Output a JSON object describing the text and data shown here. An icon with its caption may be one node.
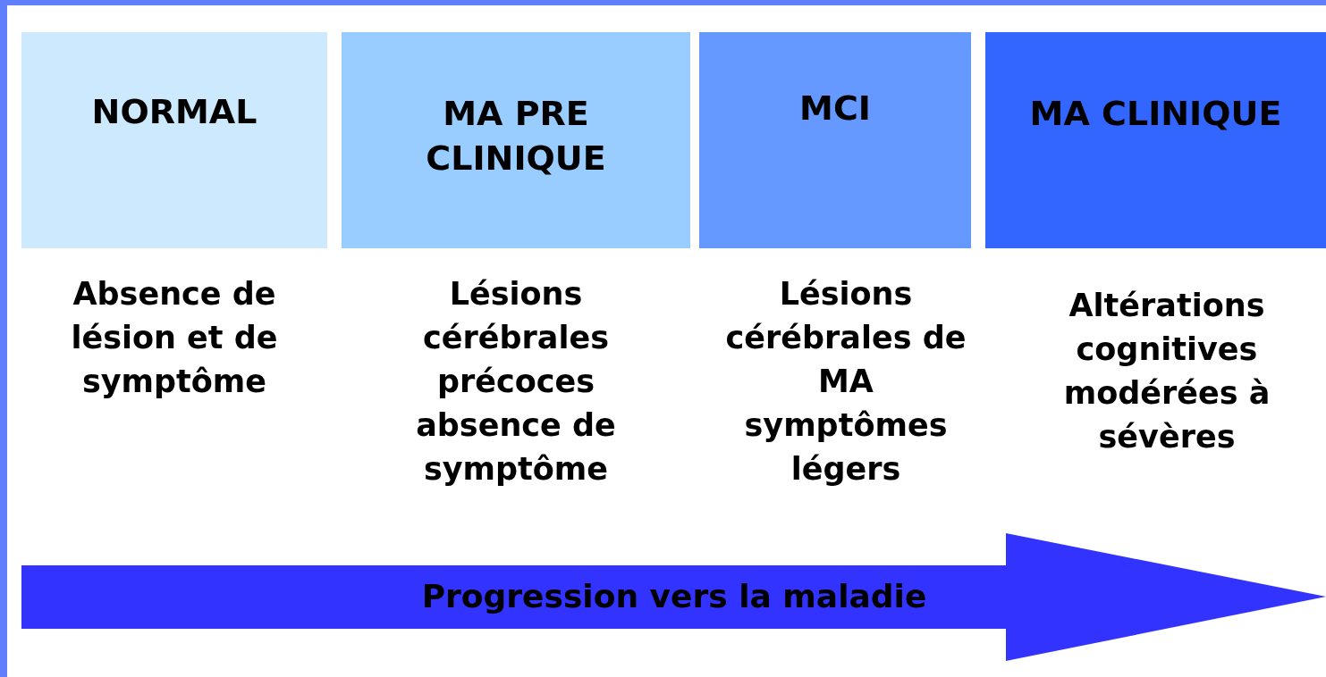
{
  "diagram": {
    "nodes": [
      {
        "text": [
          "NORMAL"
        ],
        "beside": [
          "Absence de lésion et de symptôme"
        ]
      },
      {
        "text": [
          "MA PRE CLINIQUE"
        ],
        "beside": [
          "Lésions cérébrales précoces absence de symptôme"
        ]
      },
      {
        "text": [
          "MCI"
        ],
        "beside": [
          "Lésions cérébrales de MA symptômes légers"
        ]
      },
      {
        "text": [
          "MA CLINIQUE"
        ],
        "beside": [
          "Altérations cognitives modérées à sévères"
        ]
      },
      {
        "text": [
          "Progression vers la maladie"
        ]
      }
    ]
  }
}
